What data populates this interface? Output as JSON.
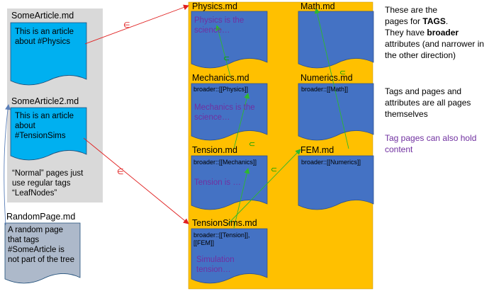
{
  "articles": {
    "article1": {
      "title": "SomeArticle.md",
      "body": "This is an article about #Physics"
    },
    "article2": {
      "title": "SomeArticle2.md",
      "body": "This is an article about #TensionSims"
    },
    "normal_note": "“Normal” pages just use regular tags “LeafNodes”"
  },
  "random_page": {
    "title": "RandomPage.md",
    "body": "A random page that tags #SomeArticle is not part of the tree"
  },
  "tags": {
    "physics": {
      "title": "Physics.md",
      "content": "Physics is the science…"
    },
    "math": {
      "title": "Math.md"
    },
    "mechanics": {
      "title": "Mechanics.md",
      "broader": "broader::[[Physics]]",
      "content": "Mechanics is the science…"
    },
    "numerics": {
      "title": "Numerics.md",
      "broader": "broader::[[Math]]"
    },
    "tension": {
      "title": "Tension.md",
      "broader": "broader::[[Mechanics]]",
      "content": "Tension is …"
    },
    "fem": {
      "title": "FEM.md",
      "broader": "broader::[[Numerics]]"
    },
    "tensionsims": {
      "title": "TensionSims.md",
      "broader": "broader::[[Tension]], [[FEM]]",
      "content": "Simulation tension…"
    }
  },
  "symbols": {
    "element_of": "∈",
    "subset": "⊂"
  },
  "side_notes": {
    "tags_line_1": "These are the",
    "tags_line_2_pre": "pages for ",
    "tags_line_2_bold": "TAGS",
    "tags_line_2_post": ".",
    "tags_line_3_pre": "They have ",
    "tags_line_3_bold": "broader",
    "tags_line_4": "attributes (and narrower in the other direction)",
    "pages_note": "Tags and pages and attributes are all pages themselves",
    "content_note": "Tag pages can also hold content"
  },
  "colors": {
    "doc_blue_light": "#00b0f0",
    "doc_blue_dark": "#4472c4",
    "doc_gray": "#adb9ca",
    "panel_gray": "#d9d9d9",
    "panel_orange": "#ffc000",
    "arrow_red": "#e02020",
    "arrow_green": "#2eb82e",
    "text_purple": "#7030a0"
  }
}
